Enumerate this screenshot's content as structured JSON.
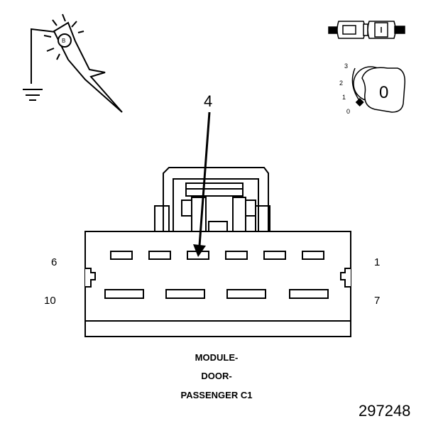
{
  "callout": {
    "pin_ref": "4"
  },
  "pins": {
    "top_left": "6",
    "top_right": "1",
    "bottom_left": "10",
    "bottom_right": "7"
  },
  "caption": {
    "line1": "MODULE-",
    "line2": "DOOR-",
    "line3": "PASSENGER C1"
  },
  "figure_number": "297248",
  "ignition_key": {
    "positions": [
      "3",
      "2",
      "1",
      "0"
    ],
    "key_label": "0"
  },
  "probe_label": "B",
  "icons": [
    "test-probe-icon",
    "ground-symbol-icon",
    "connector-disconnected-icon",
    "ignition-key-icon"
  ]
}
